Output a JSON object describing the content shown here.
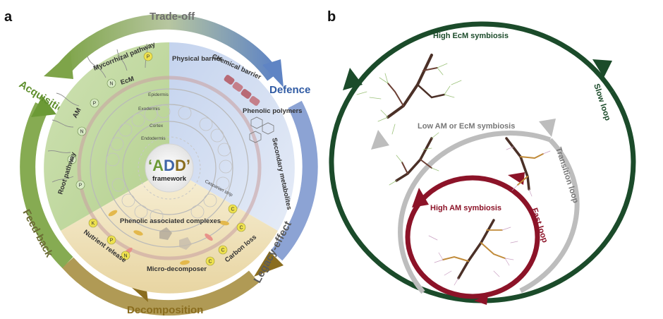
{
  "panel_a": {
    "letter": "a",
    "outer": {
      "trade_off": "Trade-off",
      "acquisition": "Acquisition",
      "defence": "Defence",
      "feed_back": "Feed-back",
      "legacy_effect": "Legacy-effect",
      "decomposition": "Decomposition"
    },
    "sectors": {
      "mycorrhizal": "Mycorrhizal pathway",
      "ecm": "EcM",
      "am": "AM",
      "root_pathway": "Root pathway",
      "physical_barrier": "Physical barrier",
      "chemical_barrier": "Chemical barrier",
      "phenolic_polymers": "Phenolic polymers",
      "secondary_metabolites": "Secondary metabolites",
      "phenolic_complexes": "Phenolic associated complexes",
      "nutrient_release": "Nutrient release",
      "carbon_loss": "Carbon loss",
      "micro_decomposer": "Micro-decomposer"
    },
    "tissues": {
      "epidermis": "Epidermis",
      "exodermis": "Exodermis",
      "cortex": "Cortex",
      "endodermis": "Endodermis",
      "casparian": "Casparian strip"
    },
    "nutrients": {
      "p": "P",
      "n": "N",
      "k": "K",
      "c": "C"
    },
    "center": {
      "quote_open": "‘",
      "a": "A",
      "d1": "D",
      "d2": "D",
      "quote_close": "’",
      "sub": "framework"
    }
  },
  "panel_b": {
    "letter": "b",
    "high_ecm": "High EcM symbiosis",
    "slow_loop": "Slow loop",
    "low_am_ecm": "Low AM or EcM symbiosis",
    "transition_loop": "Transition loop",
    "high_am": "High AM symbiosis",
    "fast_loop": "Fast loop"
  },
  "colors": {
    "acquisition_green": "#6c9a36",
    "defence_blue": "#3f64a8",
    "decomposition_brown": "#8a6d1e",
    "slow_loop_green": "#1b4b2a",
    "transition_grey": "#b9b9b9",
    "fast_loop_red": "#8c1328"
  }
}
